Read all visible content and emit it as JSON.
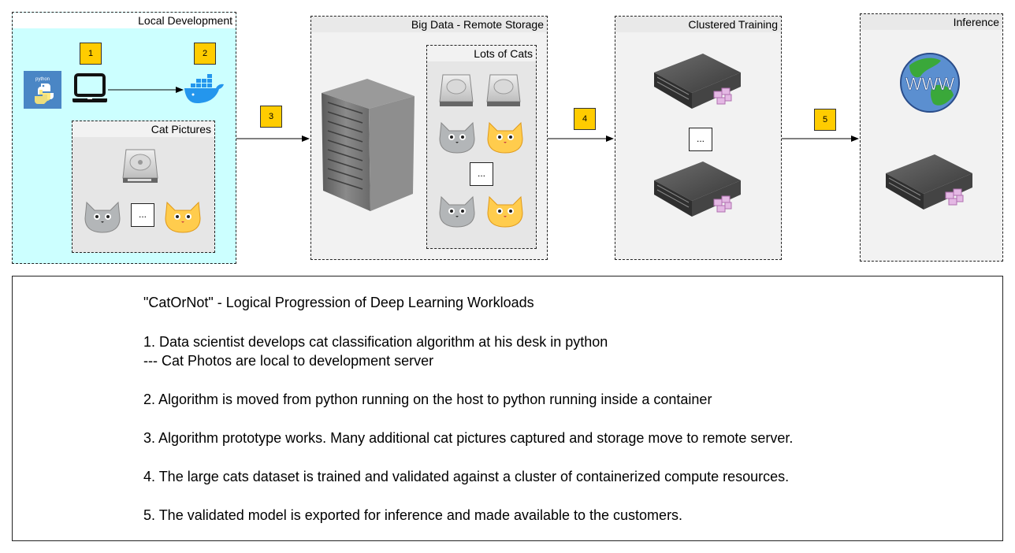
{
  "groups": {
    "local_dev": "Local Development",
    "cat_pictures": "Cat Pictures",
    "big_data": "Big Data - Remote Storage",
    "lots_of_cats": "Lots of Cats",
    "clustered_training": "Clustered Training",
    "inference": "Inference"
  },
  "steps": [
    "1",
    "2",
    "3",
    "4",
    "5"
  ],
  "ellipsis": "...",
  "python_logo_text": "python",
  "www_text": "WWW",
  "colors": {
    "local_bg": "#ccffff",
    "gray_bg": "#f2f2f2",
    "inner_bg": "#e6e6e6",
    "step_badge": "#ffcc00",
    "python_tile": "#4a86c5",
    "docker": "#2496ed",
    "cat_gray": "#b3b6b8",
    "cat_orange": "#ffcc4d",
    "globe_ocean": "#5b8fd0",
    "globe_land": "#3aa83a"
  },
  "description": {
    "title": "\"CatOrNot\" - Logical Progression of Deep Learning Workloads",
    "l1": "1. Data scientist develops cat classification algorithm at his desk in python",
    "l1b": "--- Cat Photos are local to development server",
    "l2": "2. Algorithm is moved from python running on the host to python running inside a container",
    "l3": "3. Algorithm prototype works.  Many additional cat pictures captured and storage move to remote server.",
    "l4": "4. The large cats dataset is trained and validated against a cluster of containerized compute resources.",
    "l5": "5. The validated model is exported for inference and made available to the customers."
  }
}
